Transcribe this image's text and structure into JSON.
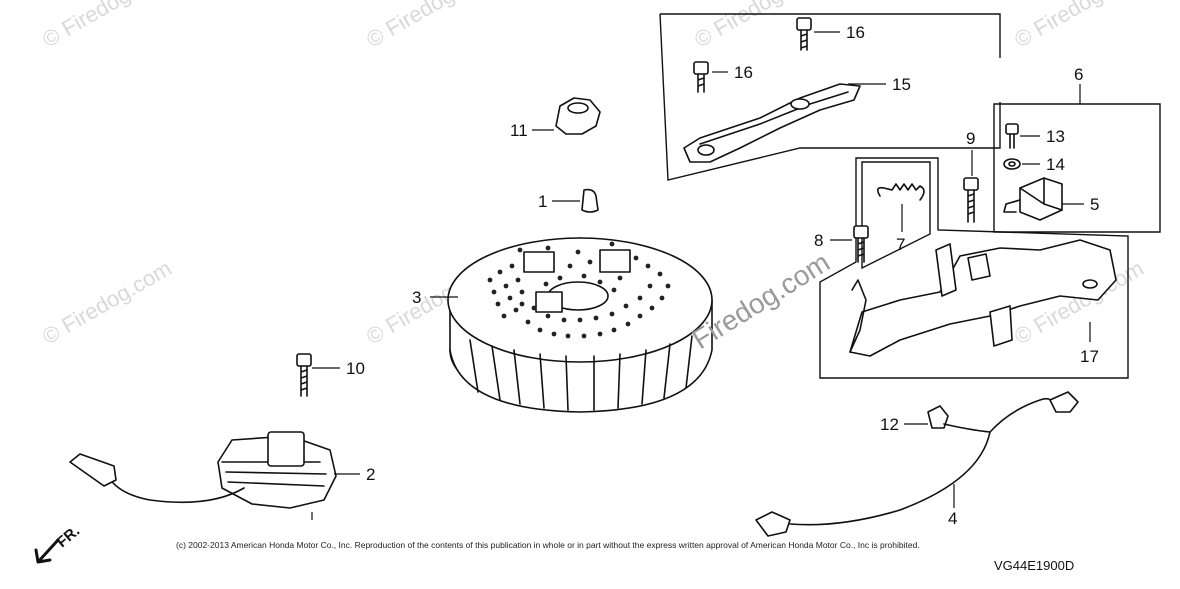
{
  "watermark": {
    "small": "© Firedog",
    "large": "Firedog.com",
    "diagonal": "© Firedog.com"
  },
  "callouts": [
    "1",
    "2",
    "3",
    "4",
    "5",
    "6",
    "7",
    "8",
    "9",
    "10",
    "11",
    "12",
    "13",
    "14",
    "15",
    "16",
    "16",
    "17"
  ],
  "parts": {
    "key": "1",
    "ignition_coil": "2",
    "flywheel": "3",
    "ground_wire": "4",
    "stop_switch": "5",
    "stop_switch_assembly": "6",
    "spring": "7",
    "bolt_8": "8",
    "bolt_9": "9",
    "bolt_10": "10",
    "flange_nut": "11",
    "wire_clip": "12",
    "screw_13": "13",
    "washer_14": "14",
    "brake_plate": "15",
    "bolt_16a": "16",
    "bolt_16b": "16",
    "stop_lever_assembly": "17"
  },
  "copyright": "(c) 2002-2013 American Honda Motor Co., Inc. Reproduction of the contents of this publication in whole or in part without the express written approval of American Honda Motor Co., Inc is prohibited.",
  "diagram_code": "VG44E1900D",
  "front_indicator": "FR."
}
